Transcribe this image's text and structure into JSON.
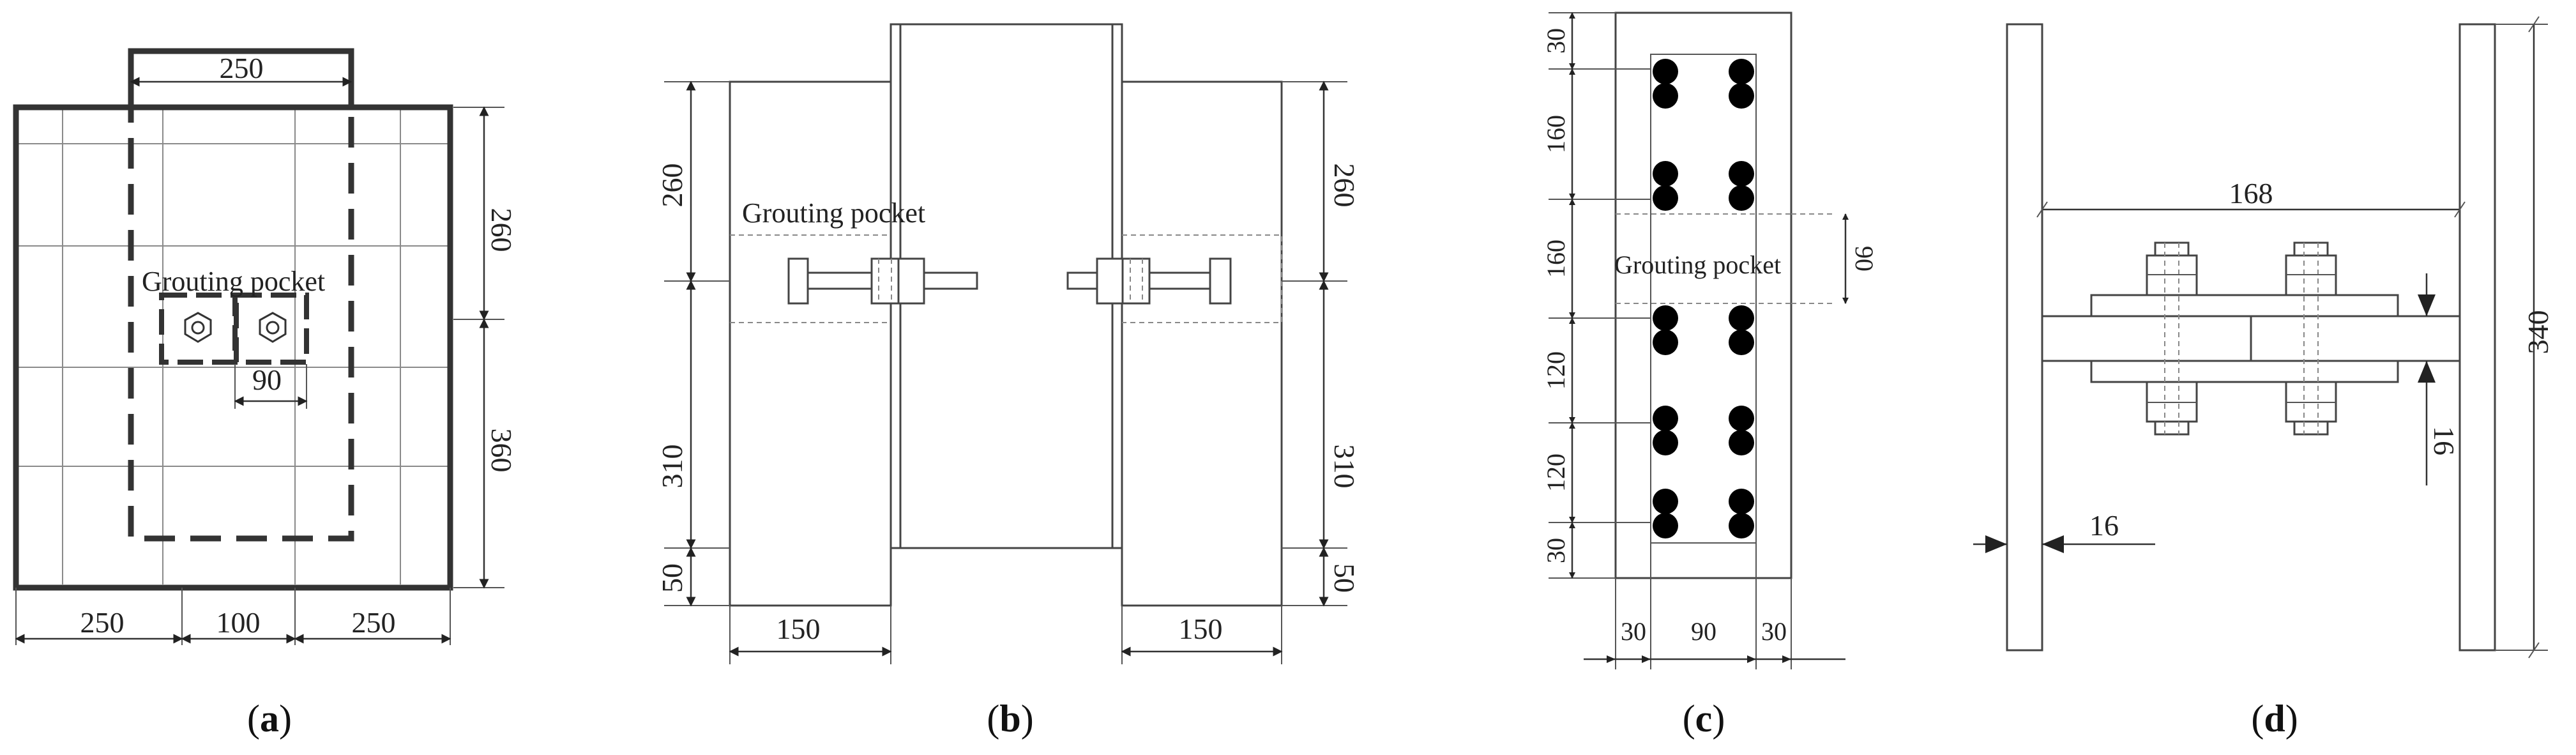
{
  "panels": {
    "a": {
      "caption_open": "(",
      "caption_letter": "a",
      "caption_close": ")",
      "pocket_label": "Grouting pocket",
      "dims": {
        "top_width": "250",
        "right_upper": "260",
        "right_lower": "360",
        "pocket_spacing": "90",
        "bottom_left": "250",
        "bottom_mid": "100",
        "bottom_right": "250"
      }
    },
    "b": {
      "caption_open": "(",
      "caption_letter": "b",
      "caption_close": ")",
      "pocket_label": "Grouting pocket",
      "dims": {
        "left_upper": "260",
        "left_mid": "310",
        "left_lower": "50",
        "right_upper": "260",
        "right_mid": "310",
        "right_lower": "50",
        "bottom_left": "150",
        "bottom_right": "150"
      }
    },
    "c": {
      "caption_open": "(",
      "caption_letter": "c",
      "caption_close": ")",
      "pocket_label": "Grouting pocket",
      "dims": {
        "v1": "30",
        "v2": "160",
        "v3": "160",
        "v4": "120",
        "v5": "120",
        "v6": "30",
        "pocket_height": "90",
        "bottom_left": "30",
        "bottom_mid": "90",
        "bottom_right": "30"
      }
    },
    "d": {
      "caption_open": "(",
      "caption_letter": "d",
      "caption_close": ")",
      "dims": {
        "span": "168",
        "height": "340",
        "plate_thickness": "16",
        "flange_thickness": "16"
      }
    }
  }
}
